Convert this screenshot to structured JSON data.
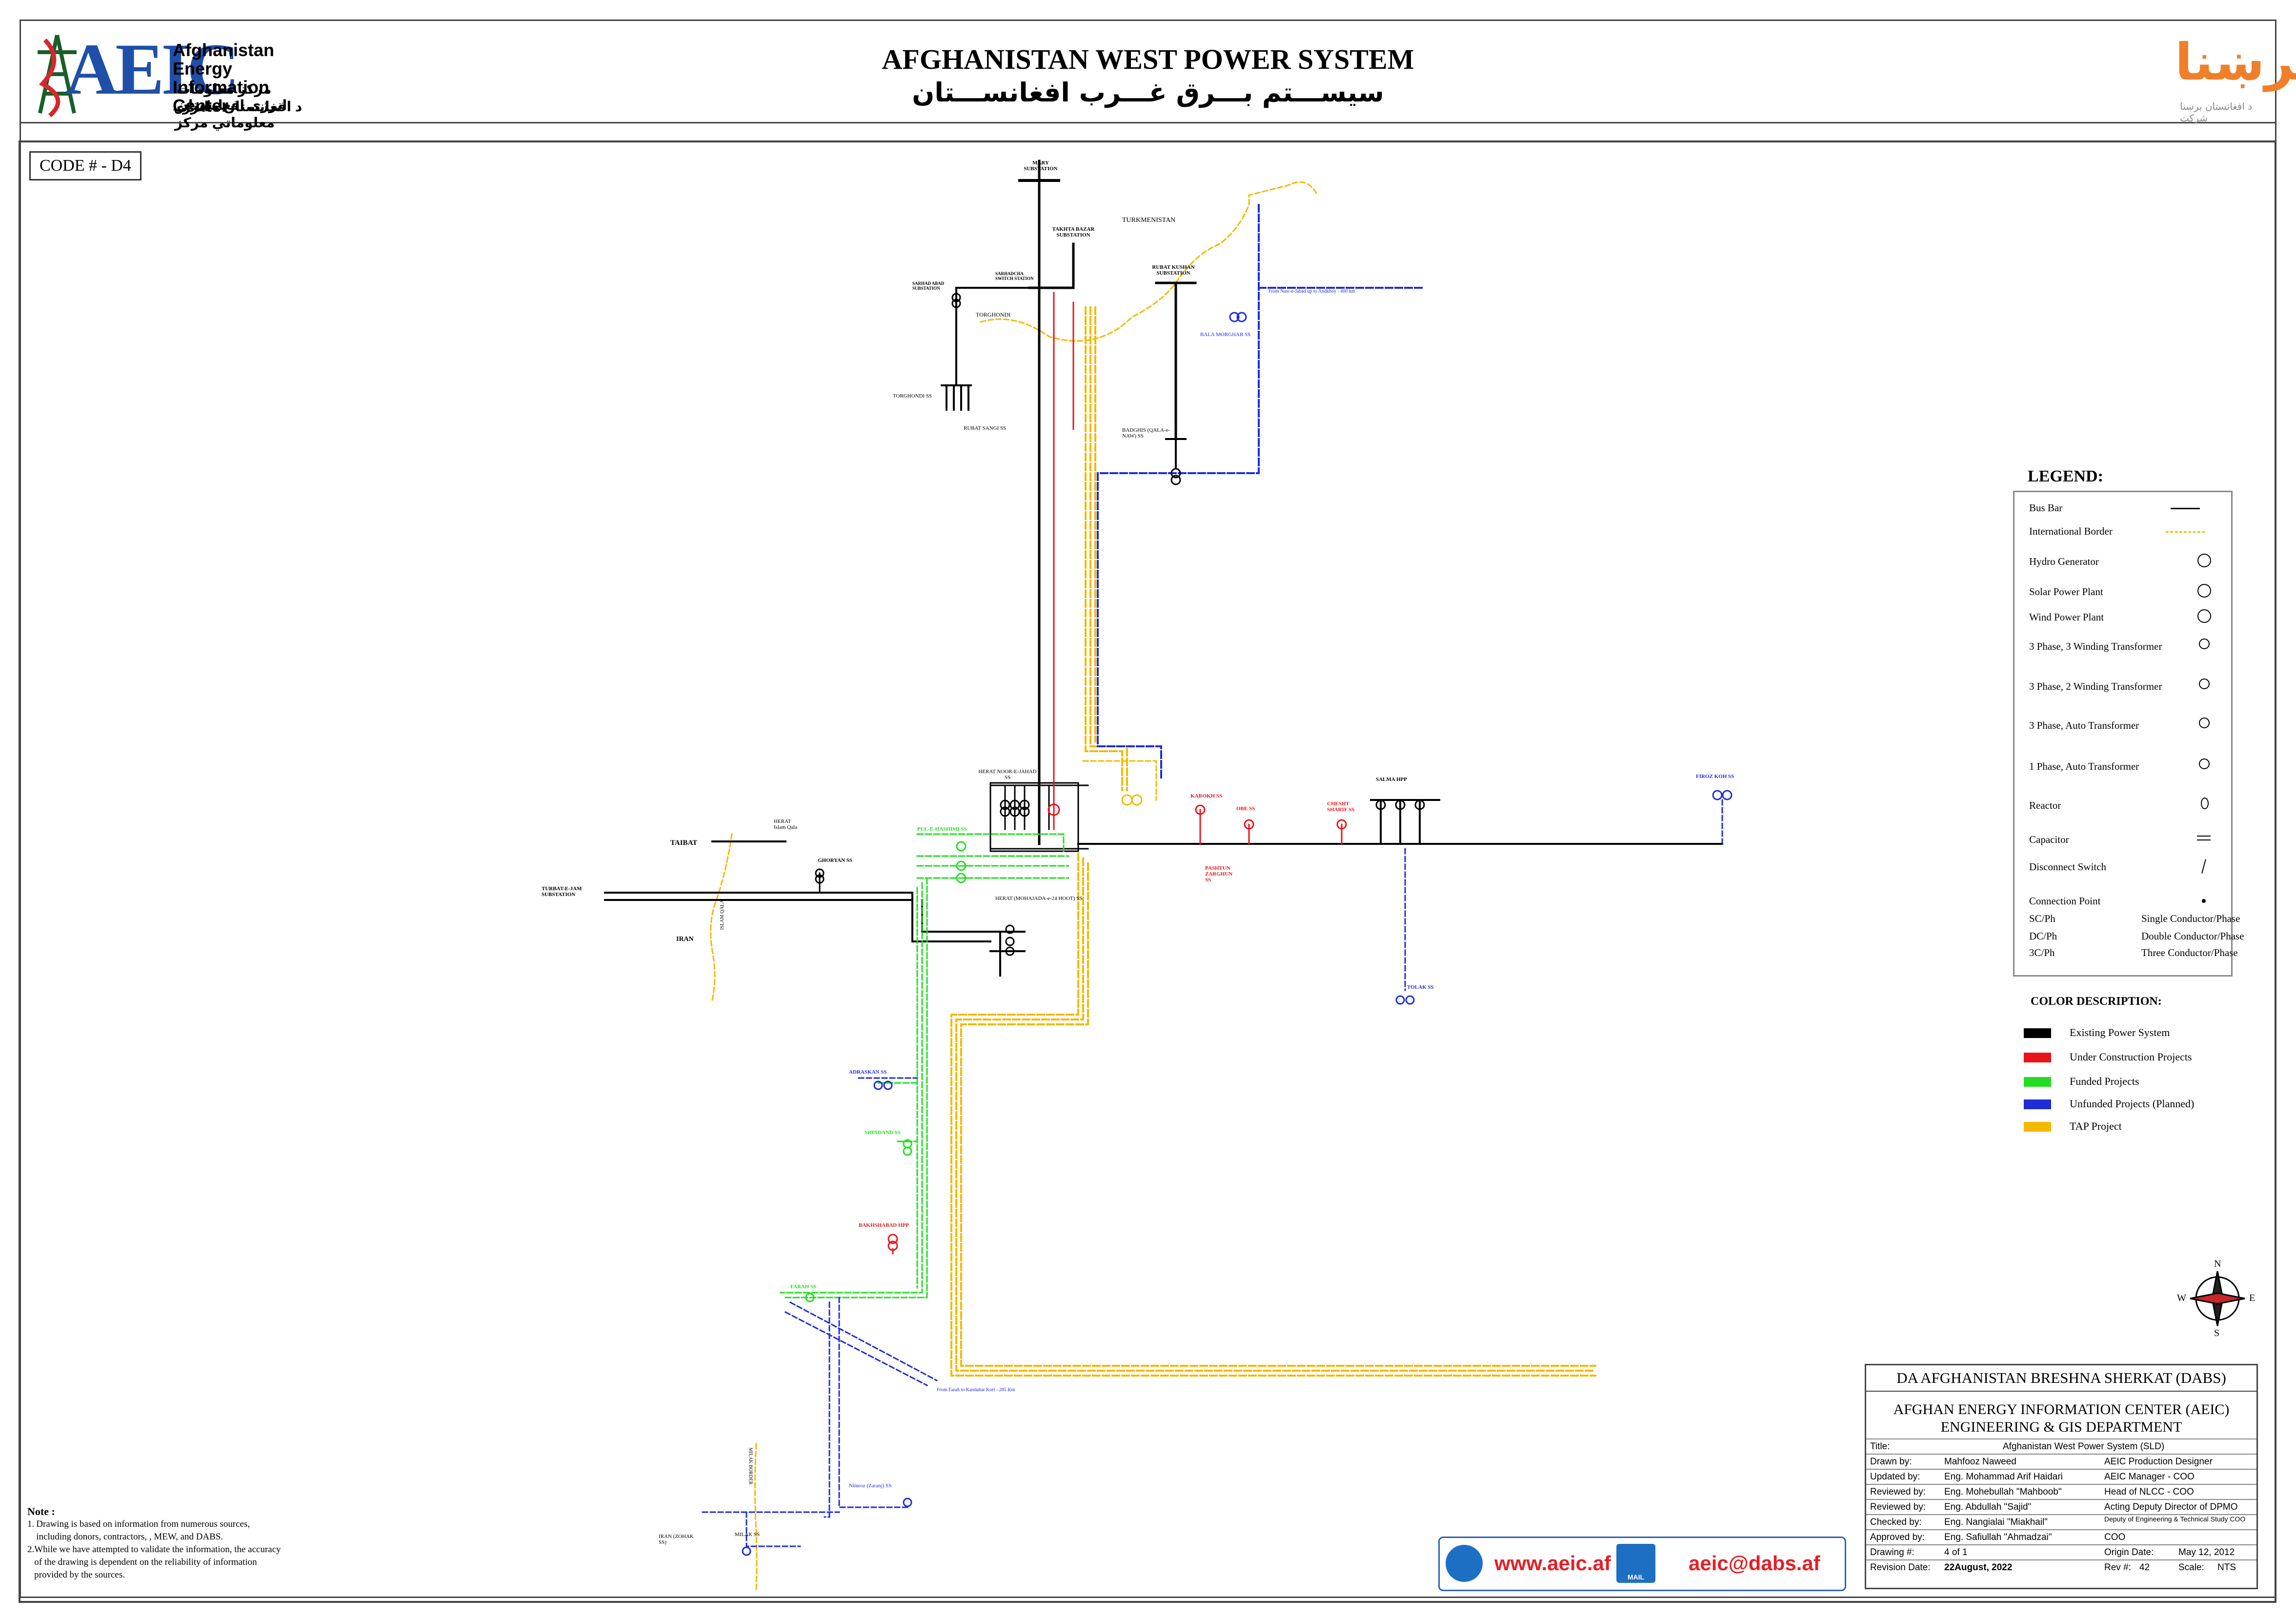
{
  "header": {
    "aeic_logo_text": "AEIC",
    "aeic_name_en": "Afghanistan Energy Information Center",
    "aeic_name_dari": "مرکز معلومات انرژی افغانستان",
    "aeic_name_pashto": "د افغانستان د انرژۍ معلوماتي مرکز",
    "title_en": "AFGHANISTAN WEST POWER SYSTEM",
    "title_dari": "سیســـتم بـــرق غـــرب افغانســـتان",
    "dabs_logo_text": "برښنا",
    "dabs_logo_sub": "د افغانستان برښنا شرکت"
  },
  "code_label": "CODE # - D4",
  "diagram": {
    "labels": {
      "mary": "MARY SUBSTATION",
      "turkmenistan": "TURKMENISTAN",
      "takhta_bazar": "TAKHTA BAZAR SUBSTATION",
      "rubat_kushan": "RUBAT KUSHAN SUBSTATION",
      "sarhad_abad": "SARHAD ABAD SUBSTATION",
      "sarhad_switch": "SARHADCHA SWITCH STATION",
      "torghondi": "TORGHONDI",
      "torghondi_ss": "TORGHONDI SS",
      "rubat_sangi": "RUBAT SANGI SS",
      "badghis": "BADGHIS (QALA-e-NAW) SS",
      "bala_morghab": "BALA MORGHAB SS",
      "from_naw": "From Naw-e-Jabad up to Andkhoy - 400 km",
      "herat_noor": "HERAT NOOR-E-JAHAD SS",
      "herat_mohajer": "HERAT (MOHAJADA-e-24 HOOT) SS",
      "pul_e_hashimi": "PUL-E-HASHIMI SS",
      "ghoryan": "GHORYAN SS",
      "herat_islam_qala": "HERAT Islam Qala",
      "taibat": "TAIBAT",
      "turbat_jam": "TURBAT-E-JAM SUBSTATION",
      "islam_qala": "ISLAM QALA",
      "iran": "IRAN",
      "karokh": "KAROKH SS",
      "obe": "OBE SS",
      "pashtun_zarghun": "PASHTUN ZARGHUN SS",
      "chesht": "CHESHT SHARIF SS",
      "salma": "SALMA HPP",
      "firoz_koh": "FIROZ KOH SS",
      "tolak": "TOLAK SS",
      "adraskan": "ADRASKAN SS",
      "shindand": "SHINDAND SS",
      "bakhshabad": "BAKHSHABAD HPP",
      "farah": "FARAH SS",
      "from_farah": "From Farah to Kandahar Kort - 285 Km",
      "nimroz": "Nimroz (Zaranj) SS",
      "milak": "MILAK SS",
      "iran_zohak": "IRAN (ZOHAK SS)",
      "milak_border": "MILAK BORDER"
    }
  },
  "legend": {
    "title": "LEGEND:",
    "items": [
      "Bus Bar",
      "International Border",
      "Hydro Generator",
      "Solar Power Plant",
      "Wind Power Plant",
      "3 Phase, 3 Winding Transformer",
      "3 Phase, 2 Winding Transformer",
      "3 Phase, Auto Transformer",
      "1 Phase, Auto Transformer",
      "Reactor",
      "Capacitor",
      "Disconnect Switch",
      "Connection Point"
    ],
    "conductors": [
      {
        "code": "SC/Ph",
        "desc": "Single Conductor/Phase"
      },
      {
        "code": "DC/Ph",
        "desc": "Double Conductor/Phase"
      },
      {
        "code": "3C/Ph",
        "desc": "Three Conductor/Phase"
      }
    ]
  },
  "color_description": {
    "title": "COLOR DESCRIPTION:",
    "items": [
      {
        "label": "Existing Power System",
        "color": "#000000"
      },
      {
        "label": "Under Construction Projects",
        "color": "#e8141b"
      },
      {
        "label": "Funded Projects",
        "color": "#22dd22"
      },
      {
        "label": "Unfunded Projects (Planned)",
        "color": "#1f2dd6"
      },
      {
        "label": "TAP Project",
        "color": "#f5b800"
      }
    ]
  },
  "notes": {
    "title": "Note :",
    "items": [
      "Drawing is based on information from numerous sources, including donors, contractors, , MEW, and DABS.",
      "While we have attempted to validate the information, the accuracy of the drawing is dependent on the reliability of information provided by the sources."
    ]
  },
  "compass": {
    "n": "N",
    "s": "S",
    "e": "E",
    "w": "W"
  },
  "contact": {
    "website": "www.aeic.af",
    "email": "aeic@dabs.af",
    "mail_label": "MAIL"
  },
  "title_block": {
    "org1": "DA AFGHANISTAN BRESHNA SHERKAT (DABS)",
    "org2": "AFGHAN ENERGY INFORMATION CENTER (AEIC)",
    "org3": "ENGINEERING & GIS DEPARTMENT",
    "title_label": "Title:",
    "title_value": "Afghanistan West Power System (SLD)",
    "rows": [
      {
        "label": "Drawn by:",
        "name": "Mahfooz Naweed",
        "role": "AEIC Production Designer"
      },
      {
        "label": "Updated by:",
        "name": "Eng. Mohammad Arif Haidari",
        "role": "AEIC Manager - COO"
      },
      {
        "label": "Reviewed by:",
        "name": "Eng. Mohebullah \"Mahboob\"",
        "role": "Head of NLCC - COO"
      },
      {
        "label": "Reviewed by:",
        "name": "Eng. Abdullah \"Sajid\"",
        "role": "Acting Deputy Director of DPMO"
      },
      {
        "label": "Checked by:",
        "name": "Eng. Nangialai \"Miakhail\"",
        "role": "Deputy of Engineering & Technical Study COO"
      },
      {
        "label": "Approved by:",
        "name": "Eng. Safiullah \"Ahmadzai\"",
        "role": "COO"
      }
    ],
    "drawing_label": "Drawing #:",
    "drawing_value": "4 of 1",
    "origin_label": "Origin Date:",
    "origin_value": "May 12, 2012",
    "revision_label": "Revision Date:",
    "revision_value": "22August, 2022",
    "rev_label": "Rev #:",
    "rev_value": "42",
    "scale_label": "Scale:",
    "scale_value": "NTS"
  }
}
